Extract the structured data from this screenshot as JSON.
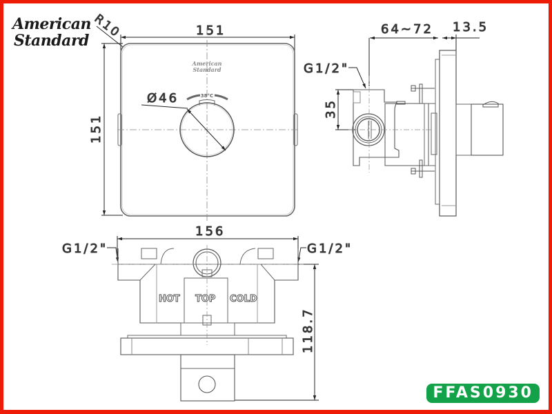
{
  "brand": {
    "line1": "American",
    "line2": "Standard",
    "plate_line1": "American",
    "plate_line2": "Standard"
  },
  "model": {
    "code": "FFAS0930",
    "badge_color": "#13a24a"
  },
  "frame": {
    "border_color": "#ee1c07"
  },
  "front_view": {
    "width_dim": "151",
    "height_dim": "151",
    "corner_radius": "R10",
    "knob_diameter": "Ø46",
    "temp_label": "38°C"
  },
  "side_view": {
    "depth_dim": "64~72",
    "plate_dim": "13.5",
    "inlet_height_dim": "35",
    "thread_label": "G1/2\""
  },
  "top_view": {
    "width_dim": "156",
    "left_thread": "G1/2\"",
    "right_thread": "G1/2\"",
    "height_dim": "118.7",
    "label_hot": "HOT",
    "label_top": "TOP",
    "label_cold": "COLD"
  }
}
